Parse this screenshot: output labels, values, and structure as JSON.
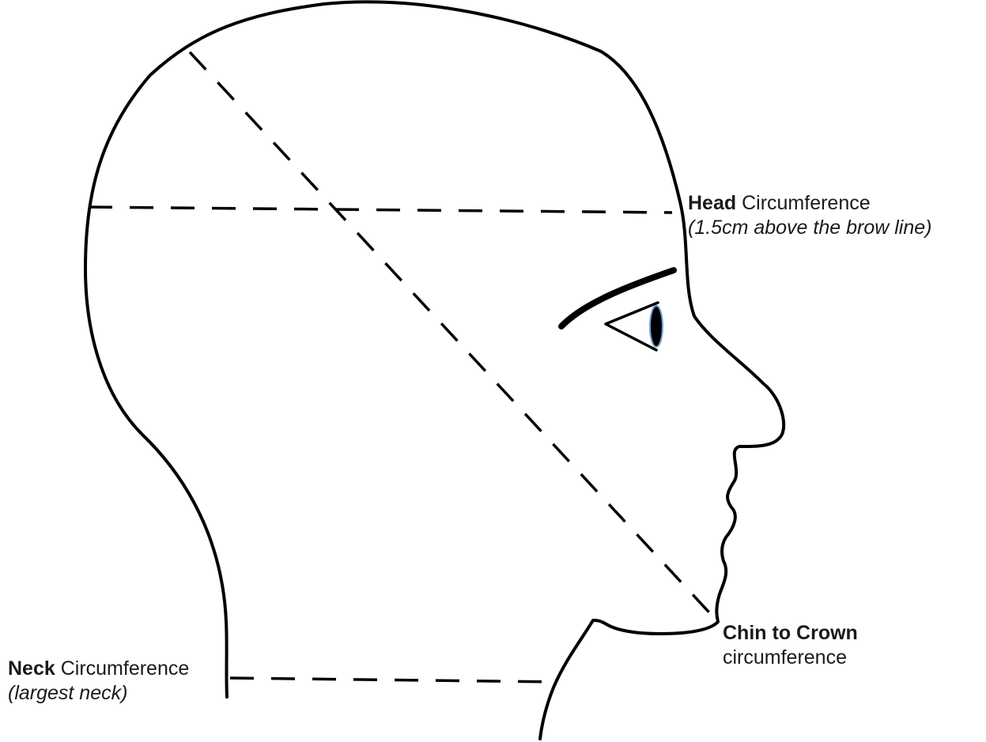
{
  "labels": {
    "head": {
      "bold": "Head",
      "rest": " Circumference",
      "note": "(1.5cm above the brow line)"
    },
    "chin": {
      "bold": "Chin to Crown",
      "rest": "circumference"
    },
    "neck": {
      "bold": "Neck",
      "rest": " Circumference",
      "note": "(largest neck)"
    }
  },
  "colors": {
    "line": "#000000",
    "eye": "#000000",
    "eye_rim": "#6fa3d6",
    "text": "#1a1a1a"
  }
}
